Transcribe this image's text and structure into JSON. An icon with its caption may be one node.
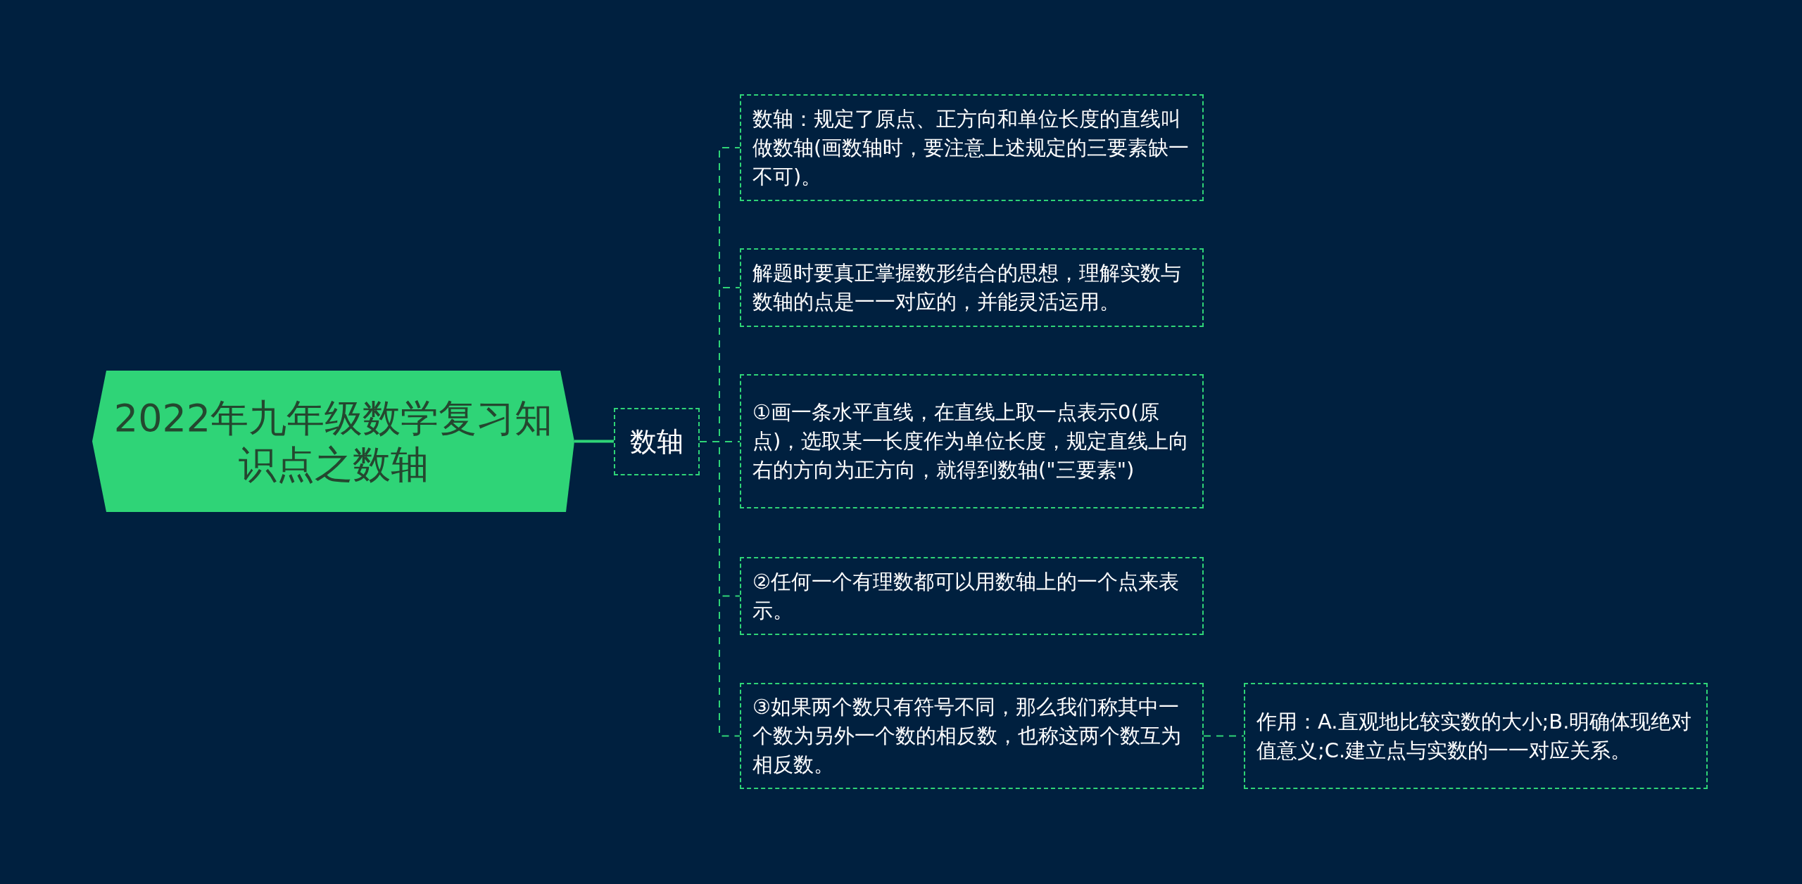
{
  "diagram": {
    "nodes": [
      {
        "text": [
          "2022年九年级数学复习知识点之数轴"
        ]
      },
      {
        "text": [
          "数轴"
        ]
      },
      {
        "text": [
          "数轴：规定了原点、正方向和单位长度的直线叫做数轴(画数轴时，要注意上述规定的三要素缺一不可)。"
        ]
      },
      {
        "text": [
          "解题时要真正掌握数形结合的思想，理解实数与数轴的点是一一对应的，并能灵活运用。"
        ]
      },
      {
        "text": [
          "①画一条水平直线，在直线上取一点表示0(原点)，选取某一长度作为单位长度，规定直线上向右的方向为正方向，就得到数轴(\"三要素\")"
        ]
      },
      {
        "text": [
          "②任何一个有理数都可以用数轴上的一个点来表示。"
        ]
      },
      {
        "text": [
          "③如果两个数只有符号不同，那么我们称其中一个数为另外一个数的相反数，也称这两个数互为相反数。"
        ]
      },
      {
        "text": [
          "作用：A.直观地比较实数的大小;B.明确体现绝对值意义;C.建立点与实数的一一对应关系。"
        ]
      }
    ],
    "edges": [
      {
        "from": 0,
        "to": 1,
        "arrow": "none"
      },
      {
        "from": 1,
        "to": 2,
        "arrow": "none",
        "style": "dashed"
      },
      {
        "from": 1,
        "to": 3,
        "arrow": "none",
        "style": "dashed"
      },
      {
        "from": 1,
        "to": 4,
        "arrow": "none",
        "style": "dashed"
      },
      {
        "from": 1,
        "to": 5,
        "arrow": "none",
        "style": "dashed"
      },
      {
        "from": 1,
        "to": 6,
        "arrow": "none",
        "style": "dashed"
      },
      {
        "from": 6,
        "to": 7,
        "arrow": "none",
        "style": "dashed"
      }
    ]
  }
}
